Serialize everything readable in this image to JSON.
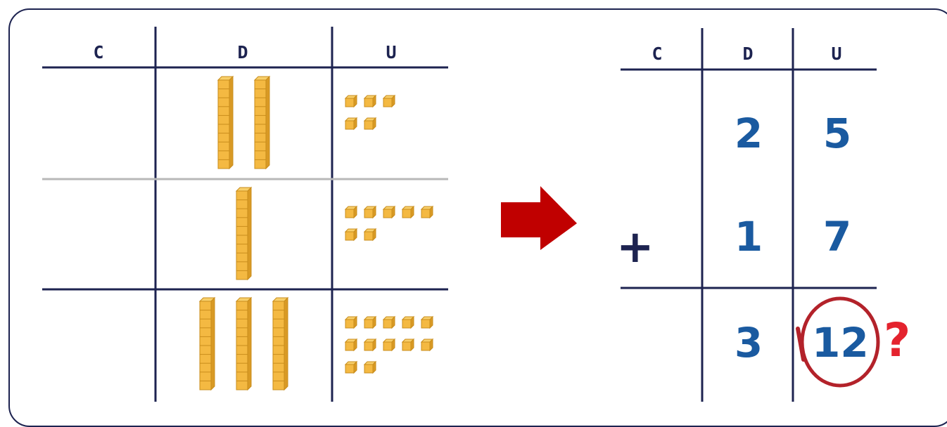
{
  "left_table": {
    "headers": [
      "C",
      "D",
      "U"
    ],
    "rows": [
      {
        "tens": 2,
        "units": 5
      },
      {
        "tens": 1,
        "units": 7
      },
      {
        "tens": 3,
        "units": 12
      }
    ]
  },
  "right_table": {
    "headers": [
      "C",
      "D",
      "U"
    ],
    "addend1": {
      "tens": "2",
      "units": "5"
    },
    "addend2": {
      "tens": "1",
      "units": "7"
    },
    "operator": "+",
    "result": {
      "tens": "3",
      "units": "12"
    },
    "question": "?"
  },
  "colors": {
    "lines": "#1d2350",
    "digits": "#1a5aa0",
    "arrow": "#c00000",
    "highlight_circle": "#b3222a",
    "question": "#e4232e",
    "block_fill": "#f4b942",
    "block_stroke": "#c98d1c"
  }
}
